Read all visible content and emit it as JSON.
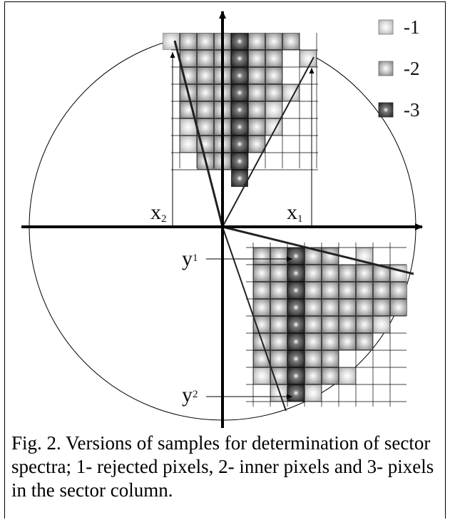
{
  "legend": [
    {
      "marker": "-1",
      "kind": "rejected"
    },
    {
      "marker": "-2",
      "kind": "inner"
    },
    {
      "marker": "-3",
      "kind": "column"
    }
  ],
  "labels": {
    "x1": {
      "main": "x",
      "sub": "1"
    },
    "x2": {
      "main": "x",
      "sub": "2"
    },
    "y1": {
      "main": "y",
      "sub": "1"
    },
    "y2": {
      "main": "y",
      "sub": "2"
    }
  },
  "caption": "Fig. 2. Versions of samples for determination of sector spectra; 1- rejected pixels, 2- inner pixels and 3- pixels in the sector column.",
  "colors": {
    "inner": "#9a9a9a",
    "rejected": "#c4c4c4",
    "column": "#3e3e3e",
    "highlight": "#ffffff",
    "line": "#000000"
  }
}
